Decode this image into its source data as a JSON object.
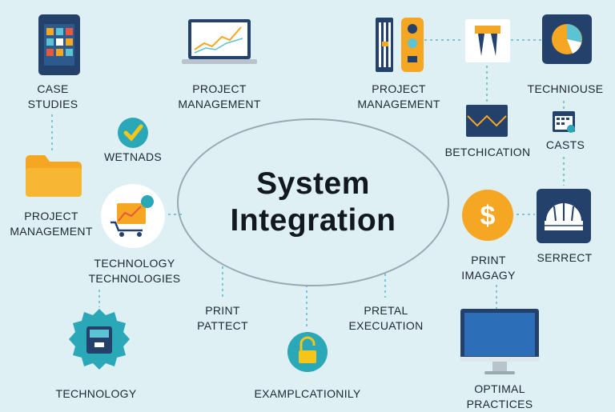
{
  "center": {
    "line1": "System",
    "line2": "Integration"
  },
  "nodes": {
    "case_studies": [
      "CASE",
      "STUDIES"
    ],
    "project_mgmt_laptop": [
      "PROJECT",
      "MANAGEMENT"
    ],
    "project_mgmt_top": [
      "PROJECT",
      "MANAGEMENT"
    ],
    "techniouse": [
      "TECHNIOUSE"
    ],
    "wetnads": [
      "WETNADS"
    ],
    "betchication": [
      "BETCHICATION"
    ],
    "casts": [
      "CASTS"
    ],
    "project_mgmt_left": [
      "PROJECT",
      "MANAGEMENT"
    ],
    "technology_technologies": [
      "TECHNOLOGY",
      "TECHNOLOGIES"
    ],
    "serrect": [
      "SERRECT"
    ],
    "print_imagagy": [
      "PRINT",
      "IMAGAGY"
    ],
    "print_pattect": [
      "PRINT",
      "PATTECT"
    ],
    "pretal_execuation": [
      "PRETAL",
      "EXECUATION"
    ],
    "technology": [
      "TECHNOLOGY"
    ],
    "examplcationily": [
      "EXAMPLCATIONILY"
    ],
    "optimal_practices": [
      "OPTIMAL",
      "PRACTICES"
    ]
  },
  "icons": {
    "tablet": "tablet-icon",
    "laptop_chart": "laptop-chart-icon",
    "server_traffic": "server-rack-icon",
    "drafting": "drafting-icon",
    "pie_chart": "pie-chart-icon",
    "badge_check": "checkmark-badge-icon",
    "folder": "folder-icon",
    "cart_chart": "shopping-cart-chart-icon",
    "envelope": "envelope-icon",
    "calendar": "calendar-icon",
    "dollar": "dollar-coin-icon",
    "dome": "dome-icon",
    "gear_box": "gear-box-icon",
    "lock": "padlock-icon",
    "monitor": "monitor-icon"
  },
  "colors": {
    "background": "#dff0f4",
    "navy": "#23416b",
    "orange": "#f5a623",
    "teal": "#2aa8b8",
    "connector": "#7fc4d6"
  }
}
